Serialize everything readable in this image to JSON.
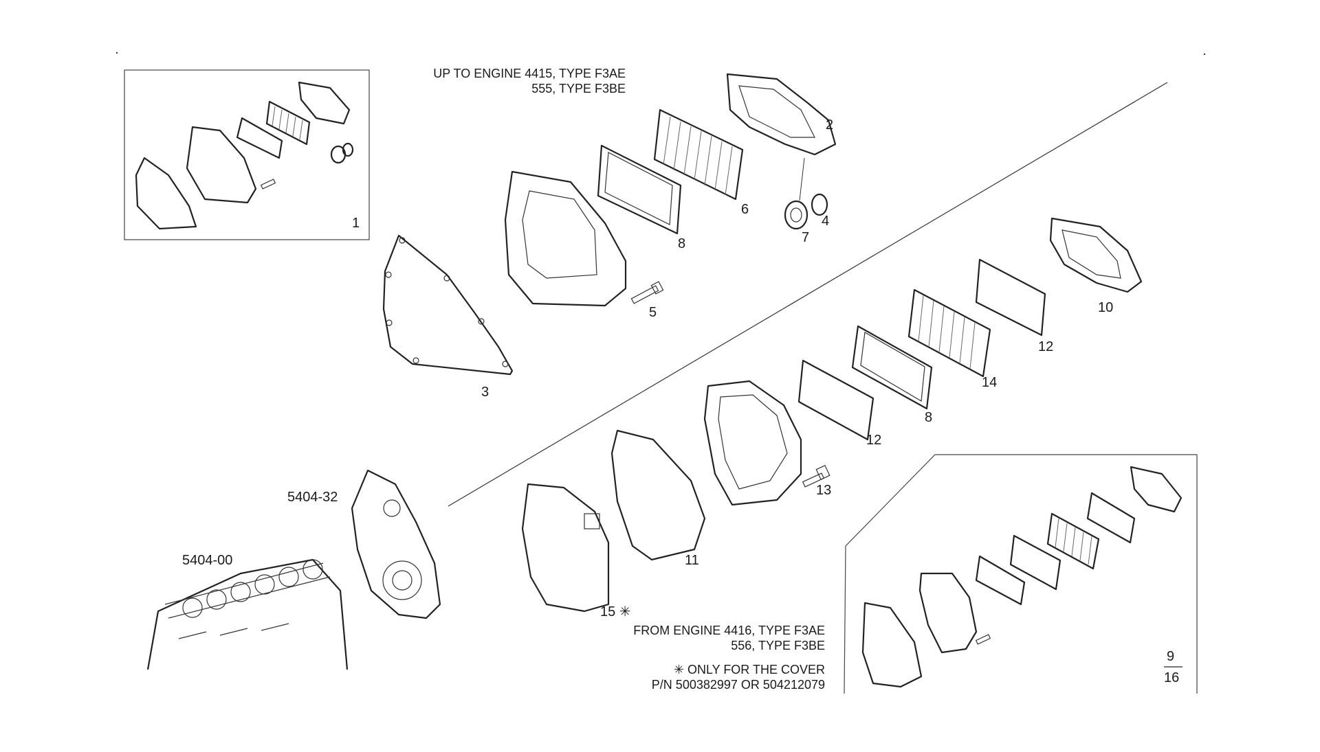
{
  "diagram": {
    "notes": {
      "top_line1": "UP TO ENGINE 4415, TYPE F3AE",
      "top_line2": "555, TYPE F3BE",
      "bottom_line1": "FROM ENGINE 4416, TYPE F3AE",
      "bottom_line2": "556, TYPE F3BE",
      "star_line1": "✳ ONLY FOR THE COVER",
      "star_line2": "P/N 500382997 OR 504212079"
    },
    "refs": {
      "block": "5404-00",
      "housing": "5404-32"
    },
    "callouts": {
      "c1": "1",
      "c2": "2",
      "c3": "3",
      "c4": "4",
      "c5": "5",
      "c6": "6",
      "c7": "7",
      "c8a": "8",
      "c8b": "8",
      "c10": "10",
      "c11": "11",
      "c12a": "12",
      "c12b": "12",
      "c13": "13",
      "c14": "14",
      "c15": "15 ✳"
    },
    "page": {
      "current": "9",
      "total": "16"
    }
  }
}
